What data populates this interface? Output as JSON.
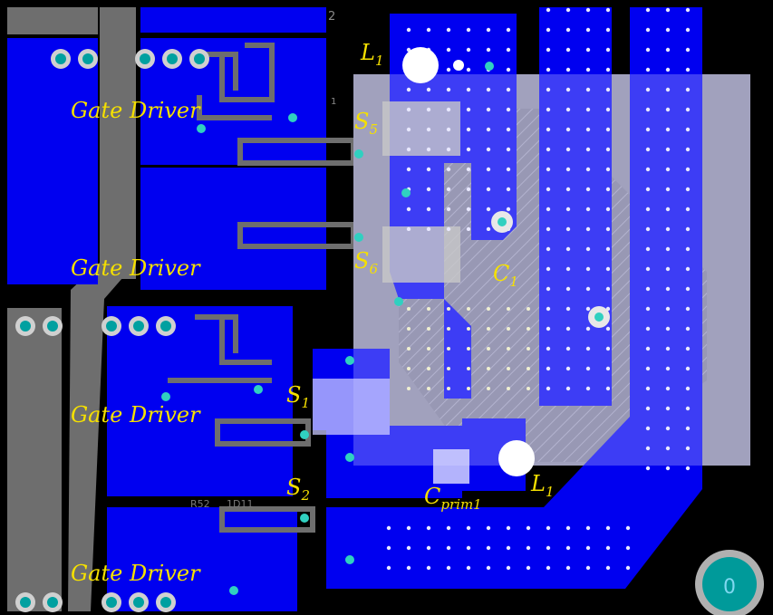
{
  "colors": {
    "board_bg": "#000000",
    "copper_blue": "#0000f0",
    "grey_plane": "#9a9a9a",
    "dark_grey": "#6e6e6e",
    "overlay_light": "#8c8cff",
    "via_dot": "#e0e0ff",
    "pad_teal": "#00a0a0",
    "label_yellow": "#f5e000"
  },
  "labels": {
    "gate_driver_1": "Gate Driver",
    "gate_driver_2": "Gate Driver",
    "gate_driver_3": "Gate Driver",
    "gate_driver_4": "Gate Driver",
    "l1_top_main": "L",
    "l1_top_sub": "1",
    "l1_bottom_main": "L",
    "l1_bottom_sub": "1",
    "s5_main": "S",
    "s5_sub": "5",
    "s6_main": "S",
    "s6_sub": "6",
    "s1_main": "S",
    "s1_sub": "1",
    "s2_main": "S",
    "s2_sub": "2",
    "c1_main": "C",
    "c1_sub": "1",
    "cprim_main": "C",
    "cprim_sub": "prim1"
  },
  "silkscreen": {
    "ref_r52": "R52",
    "ref_1d11": "1D11",
    "pad_zero": "0",
    "mark_2": "2",
    "mark_1": "1"
  }
}
